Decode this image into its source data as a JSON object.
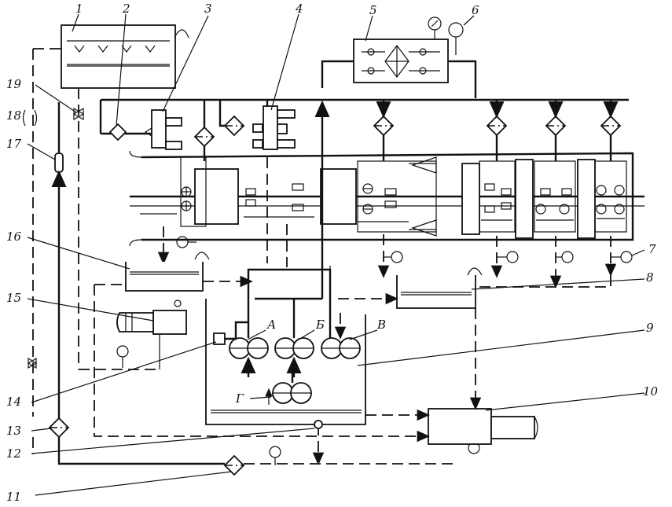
{
  "callouts": [
    "1",
    "2",
    "3",
    "4",
    "5",
    "6",
    "7",
    "8",
    "9",
    "10",
    "11",
    "12",
    "13",
    "14",
    "15",
    "16",
    "17",
    "18",
    "19"
  ],
  "pump_letters": [
    "А",
    "Б",
    "В",
    "Г"
  ]
}
